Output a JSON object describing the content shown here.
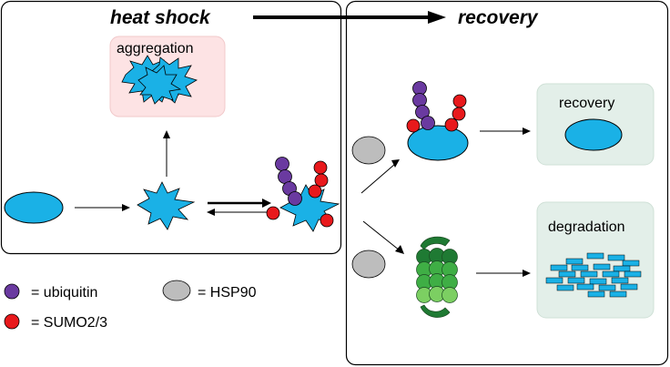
{
  "titles": {
    "left": "heat shock",
    "right": "recovery"
  },
  "boxes": {
    "aggregation": "aggregation",
    "recovery": "recovery",
    "degradation": "degradation"
  },
  "legend": {
    "ubiquitin": "= ubiquitin",
    "sumo": "= SUMO2/3",
    "hsp90": "= HSP90"
  },
  "colors": {
    "protein": "#1ab1e6",
    "ubiquitin": "#6a3aa0",
    "sumo": "#e8191c",
    "hsp90": "#bdbdbd",
    "aggregation_bg": "#fde3e4",
    "outcome_bg": "#e3efe9",
    "proteasome_light": "#7ccf62",
    "proteasome_mid": "#3fae45",
    "proteasome_dark": "#1f7a33"
  }
}
